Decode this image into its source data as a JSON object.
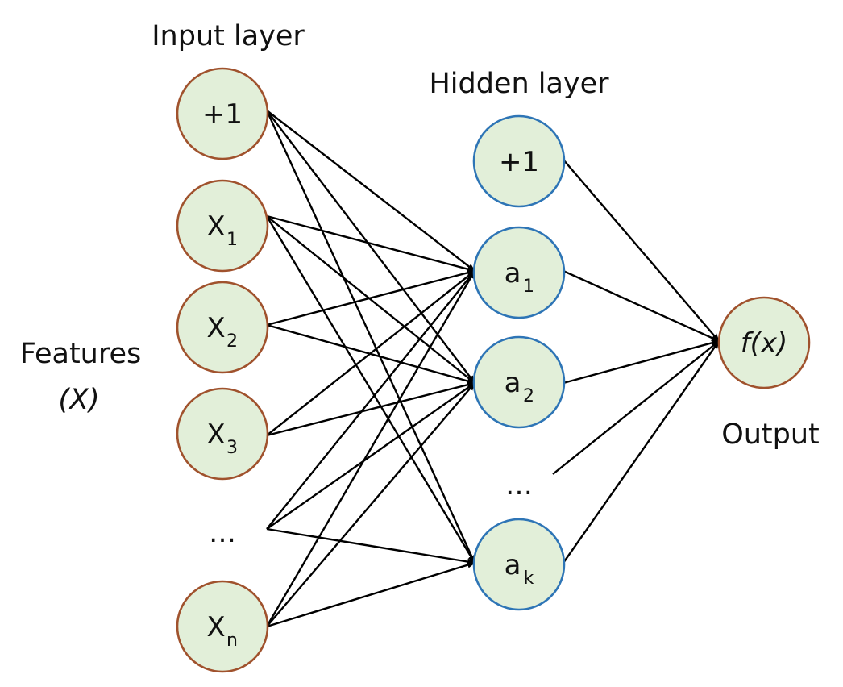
{
  "labels": {
    "input_layer": "Input layer",
    "hidden_layer": "Hidden layer",
    "features": "Features",
    "features_symbol": "(X)",
    "output": "Output"
  },
  "colors": {
    "node_fill": "#e2efd9",
    "input_border": "#a0522d",
    "hidden_border": "#2e75b6",
    "output_border": "#a0522d",
    "edge": "#000000"
  },
  "nodes": {
    "input": [
      {
        "id": "in-bias",
        "text": "+1",
        "sub": ""
      },
      {
        "id": "in-x1",
        "text": "X",
        "sub": "1"
      },
      {
        "id": "in-x2",
        "text": "X",
        "sub": "2"
      },
      {
        "id": "in-x3",
        "text": "X",
        "sub": "3"
      },
      {
        "id": "in-dots",
        "text": "…",
        "sub": "",
        "ellipsis": true
      },
      {
        "id": "in-xn",
        "text": "X",
        "sub": "n"
      }
    ],
    "hidden": [
      {
        "id": "hid-bias",
        "text": "+1",
        "sub": ""
      },
      {
        "id": "hid-a1",
        "text": "a",
        "sub": "1"
      },
      {
        "id": "hid-a2",
        "text": "a",
        "sub": "2"
      },
      {
        "id": "hid-dots",
        "text": "…",
        "sub": "",
        "ellipsis": true
      },
      {
        "id": "hid-ak",
        "text": "a",
        "sub": "k"
      }
    ],
    "output": [
      {
        "id": "out-fx",
        "text": "f(x)",
        "sub": "",
        "italic": true
      }
    ]
  },
  "edges": [
    [
      "in-bias",
      "hid-a1"
    ],
    [
      "in-bias",
      "hid-a2"
    ],
    [
      "in-bias",
      "hid-ak"
    ],
    [
      "in-x1",
      "hid-a1"
    ],
    [
      "in-x1",
      "hid-a2"
    ],
    [
      "in-x1",
      "hid-ak"
    ],
    [
      "in-x2",
      "hid-a1"
    ],
    [
      "in-x2",
      "hid-a2"
    ],
    [
      "in-x3",
      "hid-a1"
    ],
    [
      "in-x3",
      "hid-a2"
    ],
    [
      "in-dots",
      "hid-a1"
    ],
    [
      "in-dots",
      "hid-a2"
    ],
    [
      "in-dots",
      "hid-ak"
    ],
    [
      "in-xn",
      "hid-a1"
    ],
    [
      "in-xn",
      "hid-a2"
    ],
    [
      "in-xn",
      "hid-ak"
    ],
    [
      "hid-bias",
      "out-fx"
    ],
    [
      "hid-a1",
      "out-fx"
    ],
    [
      "hid-a2",
      "out-fx"
    ],
    [
      "hid-dots",
      "out-fx"
    ],
    [
      "hid-ak",
      "out-fx"
    ]
  ]
}
